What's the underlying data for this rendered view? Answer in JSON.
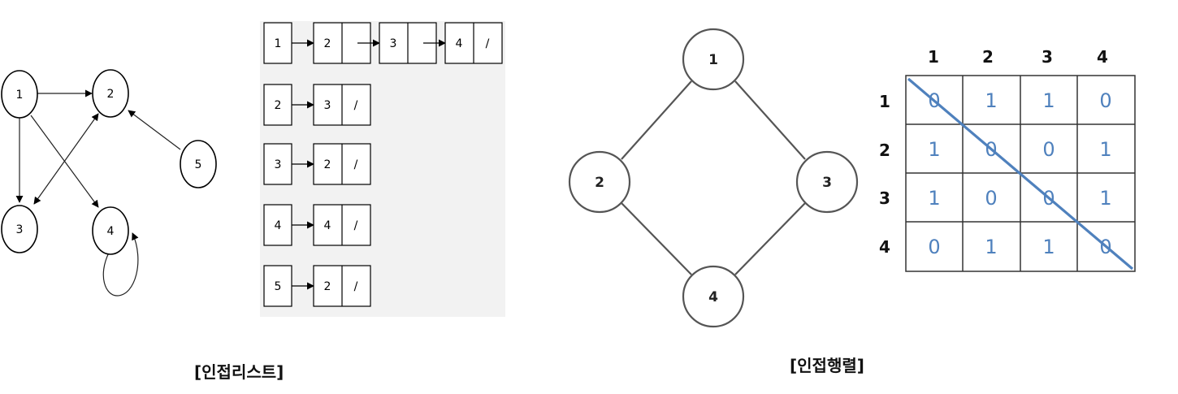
{
  "directed_graph": {
    "nodes": [
      {
        "id": "n1",
        "label": "1"
      },
      {
        "id": "n2",
        "label": "2"
      },
      {
        "id": "n3",
        "label": "3"
      },
      {
        "id": "n4",
        "label": "4"
      },
      {
        "id": "n5",
        "label": "5"
      }
    ],
    "edges": [
      {
        "from": "1",
        "to": "2"
      },
      {
        "from": "1",
        "to": "3"
      },
      {
        "from": "1",
        "to": "4"
      },
      {
        "from": "2",
        "to": "3"
      },
      {
        "from": "3",
        "to": "2"
      },
      {
        "from": "4",
        "to": "4"
      },
      {
        "from": "5",
        "to": "2"
      }
    ]
  },
  "adjacency_list": {
    "rows": [
      {
        "head": "1",
        "chain": [
          "2",
          "3",
          "4"
        ]
      },
      {
        "head": "2",
        "chain": [
          "3"
        ]
      },
      {
        "head": "3",
        "chain": [
          "2"
        ]
      },
      {
        "head": "4",
        "chain": [
          "4"
        ]
      },
      {
        "head": "5",
        "chain": [
          "2"
        ]
      }
    ],
    "null_symbol": "/"
  },
  "undirected_graph": {
    "nodes": [
      "1",
      "2",
      "3",
      "4"
    ],
    "edges": [
      [
        "1",
        "2"
      ],
      [
        "1",
        "3"
      ],
      [
        "2",
        "4"
      ],
      [
        "3",
        "4"
      ]
    ]
  },
  "adjacency_matrix": {
    "col_headers": [
      "1",
      "2",
      "3",
      "4"
    ],
    "row_headers": [
      "1",
      "2",
      "3",
      "4"
    ],
    "cells": [
      [
        "0",
        "1",
        "1",
        "0"
      ],
      [
        "1",
        "0",
        "0",
        "1"
      ],
      [
        "1",
        "0",
        "0",
        "1"
      ],
      [
        "0",
        "1",
        "1",
        "0"
      ]
    ],
    "value_color": "#4f81bd",
    "diagonal_color": "#4f81bd"
  },
  "captions": {
    "left": "[인접리스트]",
    "right": "[인접행렬]"
  }
}
